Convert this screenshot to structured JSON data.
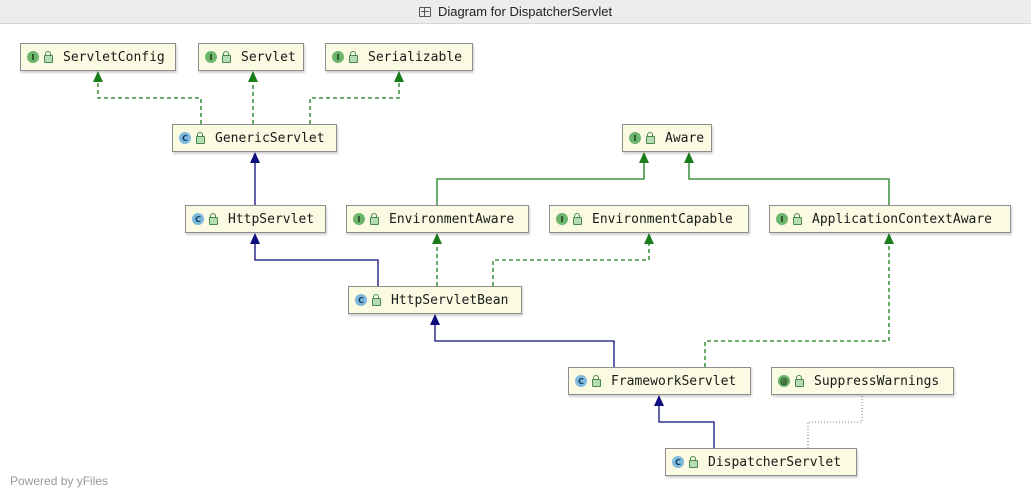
{
  "window": {
    "title": "Diagram for DispatcherServlet"
  },
  "nodes": [
    {
      "id": "servletconfig",
      "label": "ServletConfig",
      "kind": "interface",
      "icon_letter": "I"
    },
    {
      "id": "servlet",
      "label": "Servlet",
      "kind": "interface",
      "icon_letter": "I"
    },
    {
      "id": "serializable",
      "label": "Serializable",
      "kind": "interface",
      "icon_letter": "I"
    },
    {
      "id": "genericservlet",
      "label": "GenericServlet",
      "kind": "class",
      "icon_letter": "C"
    },
    {
      "id": "aware",
      "label": "Aware",
      "kind": "interface",
      "icon_letter": "I"
    },
    {
      "id": "httpservlet",
      "label": "HttpServlet",
      "kind": "class",
      "icon_letter": "C"
    },
    {
      "id": "environmentaware",
      "label": "EnvironmentAware",
      "kind": "interface",
      "icon_letter": "I"
    },
    {
      "id": "environmentcapable",
      "label": "EnvironmentCapable",
      "kind": "interface",
      "icon_letter": "I"
    },
    {
      "id": "applicationcontextaware",
      "label": "ApplicationContextAware",
      "kind": "interface",
      "icon_letter": "I"
    },
    {
      "id": "httpservletbean",
      "label": "HttpServletBean",
      "kind": "class",
      "icon_letter": "C"
    },
    {
      "id": "frameworkservlet",
      "label": "FrameworkServlet",
      "kind": "class",
      "icon_letter": "C"
    },
    {
      "id": "suppresswarnings",
      "label": "SuppressWarnings",
      "kind": "annotation",
      "icon_letter": "@"
    },
    {
      "id": "dispatcherservlet",
      "label": "DispatcherServlet",
      "kind": "class",
      "icon_letter": "C"
    }
  ],
  "edges": [
    {
      "from": "genericservlet",
      "to": "servletconfig",
      "type": "implements"
    },
    {
      "from": "genericservlet",
      "to": "servlet",
      "type": "implements"
    },
    {
      "from": "genericservlet",
      "to": "serializable",
      "type": "implements"
    },
    {
      "from": "httpservlet",
      "to": "genericservlet",
      "type": "extends"
    },
    {
      "from": "environmentaware",
      "to": "aware",
      "type": "interface-extends"
    },
    {
      "from": "applicationcontextaware",
      "to": "aware",
      "type": "interface-extends"
    },
    {
      "from": "httpservletbean",
      "to": "httpservlet",
      "type": "extends"
    },
    {
      "from": "httpservletbean",
      "to": "environmentaware",
      "type": "implements"
    },
    {
      "from": "httpservletbean",
      "to": "environmentcapable",
      "type": "implements"
    },
    {
      "from": "frameworkservlet",
      "to": "httpservletbean",
      "type": "extends"
    },
    {
      "from": "frameworkservlet",
      "to": "applicationcontextaware",
      "type": "implements"
    },
    {
      "from": "dispatcherservlet",
      "to": "frameworkservlet",
      "type": "extends"
    },
    {
      "from": "dispatcherservlet",
      "to": "suppresswarnings",
      "type": "annotated"
    }
  ],
  "colors": {
    "extends": "#0e0e7e",
    "implements": "#1a7d1a",
    "annotated": "#9a9a9a",
    "node_fill": "#fbfbe3"
  },
  "footer": "Powered by yFiles"
}
